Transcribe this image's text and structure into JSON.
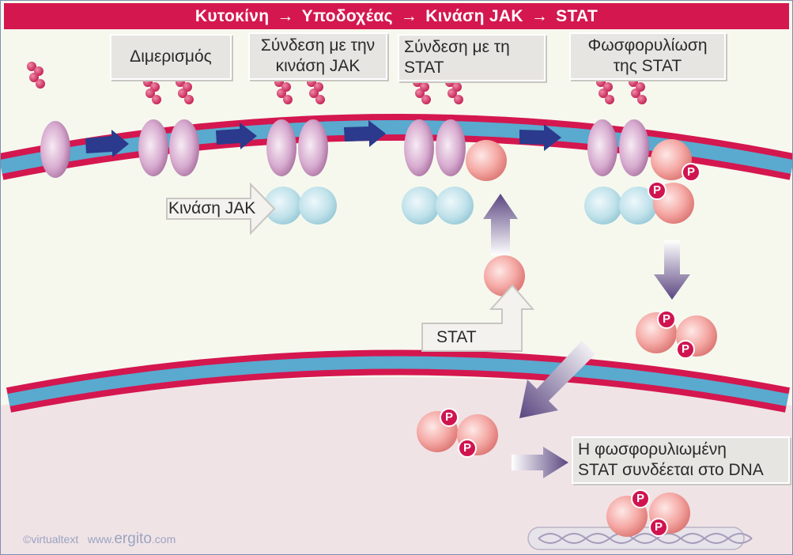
{
  "title": {
    "parts": [
      "Κυτοκίνη",
      "Υποδοχέας",
      "Κινάση JAK",
      "STAT"
    ],
    "separator": "→"
  },
  "labels": {
    "dimerization": "Διμερισμός",
    "jak_binding": "Σύνδεση με την\nκινάση JAK",
    "stat_binding": "Σύνδεση με τη\nSTAT",
    "stat_phosphorylation": "Φωσφορυλίωση\nτης STAT",
    "jak_kinase": "Κινάση JAK",
    "stat": "STAT",
    "dna_binding": "Η φωσφορυλιωμένη\nSTAT συνδέεται στο DNA"
  },
  "phospho_mark": "P",
  "credit": {
    "copyright": "©virtualtext",
    "site_prefix": "www.",
    "site_name": "ergito",
    "site_suffix": ".com"
  },
  "colors": {
    "title_bar": "#d4174f",
    "membrane_outer": "#d4174f",
    "membrane_core": "#5aa9cf",
    "receptor": "#d6a8cc",
    "jak": "#bde0ea",
    "stat": "#f4a9a6",
    "phosphate": "#cf1450",
    "cytokine": "#d23a6f",
    "arrow_blue": "#2b3a8c",
    "arrow_purple": "#6f5c93",
    "cytoplasm": "#f6f8ee",
    "nucleus": "#f0e3e6"
  }
}
